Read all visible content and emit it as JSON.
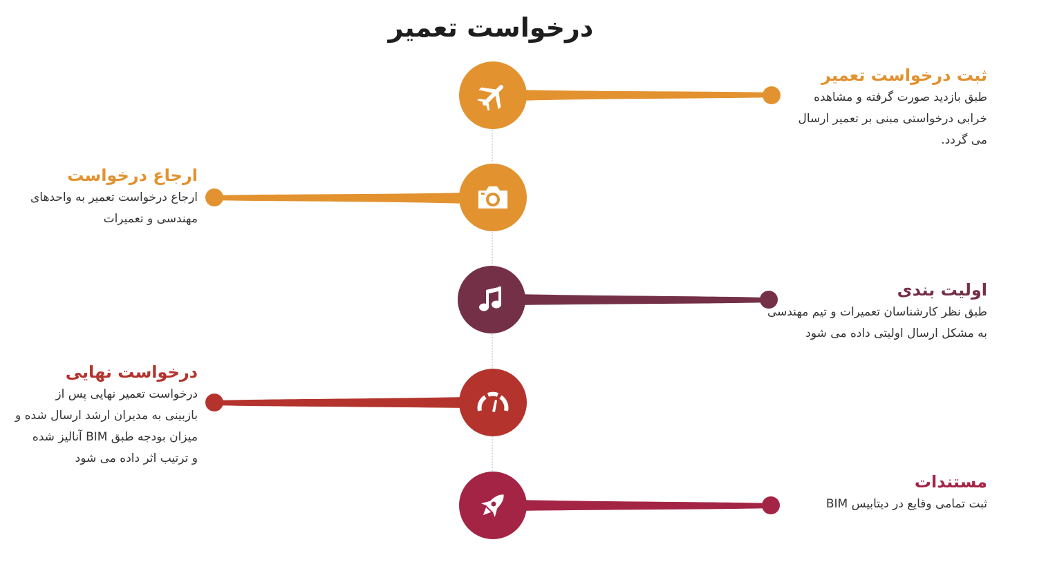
{
  "title": "درخواست تعمیر",
  "colors": {
    "orange": "#E39230",
    "plum": "#733047",
    "red": "#B4342D",
    "crimson": "#A42446",
    "connector": "#b8b8b8"
  },
  "steps": [
    {
      "icon": "airplane-icon",
      "color": "#E39230",
      "heading": "ثبت درخواست تعمیر",
      "lines": [
        "طبق بازدید صورت گرفته و مشاهده",
        "خرابی درخواستی مبنی بر تعمیر ارسال",
        "می گردد."
      ]
    },
    {
      "icon": "camera-icon",
      "color": "#E39230",
      "heading": "ارجاع درخواست",
      "lines": [
        "ارجاع درخواست تعمیر به واحدهای",
        "مهندسی و تعمیرات"
      ]
    },
    {
      "icon": "music-note-icon",
      "color": "#733047",
      "heading": "اولیت بندی",
      "lines": [
        "طبق نظر کارشناسان تعمیرات و تیم مهندسی",
        "به مشکل ارسال اولیتی داده می شود"
      ]
    },
    {
      "icon": "speedometer-icon",
      "color": "#B4342D",
      "heading": "درخواست نهایی",
      "lines": [
        "درخواست تعمیر نهایی پس از",
        "بازبینی به مدیران ارشد ارسال شده و",
        "میزان بودجه طبق BIM آنالیز شده",
        "و ترتیب اثر داده می شود"
      ]
    },
    {
      "icon": "rocket-icon",
      "color": "#A42446",
      "heading": "مستندات",
      "lines": [
        "ثبت تمامی وقایع در دیتابیس BIM"
      ]
    }
  ]
}
